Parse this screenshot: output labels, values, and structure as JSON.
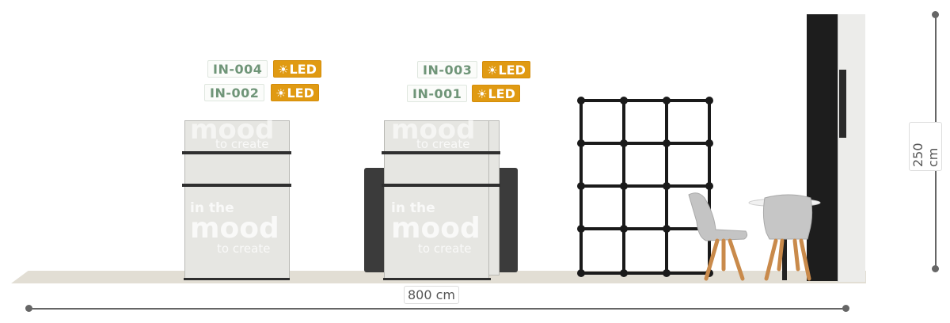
{
  "booth": {
    "width_label": "800 cm",
    "height_label": "250 cm"
  },
  "tags": {
    "in004": {
      "id": "IN-004",
      "led": "LED"
    },
    "in002": {
      "id": "IN-002",
      "led": "LED"
    },
    "in003": {
      "id": "IN-003",
      "led": "LED"
    },
    "in001": {
      "id": "IN-001",
      "led": "LED"
    }
  },
  "led_icon": "sun-icon",
  "branding": {
    "line1": "in the",
    "line2": "mood",
    "line3": "to create"
  },
  "colors": {
    "id_text": "#6f9578",
    "led_badge": "#e09a12",
    "frame": "#2f2f2f",
    "floor": "#e2ded4",
    "dimension_line": "#666666"
  }
}
